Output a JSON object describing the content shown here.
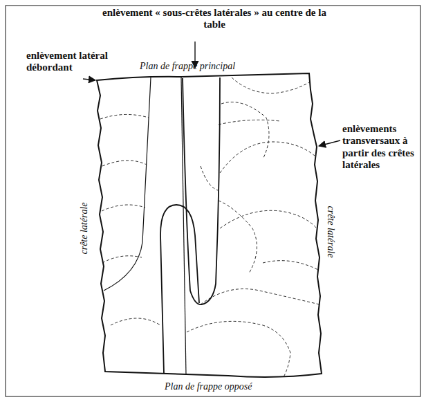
{
  "diagram": {
    "labels": [
      "enlèvement « sous-crêtes latérales » au centre de la table",
      "enlèvement latéral débordant",
      "Plan de frappe principal",
      "enlèvements transversaux à partir des crêtes latérales",
      "crête latérale",
      "crête latérale",
      "Plan de frappe opposé"
    ]
  }
}
